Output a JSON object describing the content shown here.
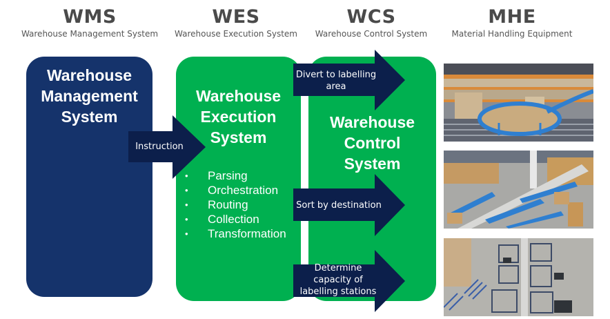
{
  "headers": [
    {
      "abbr": "WMS",
      "full": "Warehouse Management System"
    },
    {
      "abbr": "WES",
      "full": "Warehouse Execution System"
    },
    {
      "abbr": "WCS",
      "full": "Warehouse Control System"
    },
    {
      "abbr": "MHE",
      "full": "Material Handling Equipment"
    }
  ],
  "boxes": {
    "wms": {
      "title_lines": [
        "Warehouse",
        "Management",
        "System"
      ]
    },
    "wes": {
      "title_lines": [
        "Warehouse",
        "Execution",
        "System"
      ],
      "functions": [
        "Parsing",
        "Orchestration",
        "Routing",
        "Collection",
        "Transformation"
      ]
    },
    "wcs": {
      "title_lines": [
        "Warehouse",
        "Control",
        "System"
      ]
    }
  },
  "arrows": {
    "instruction": {
      "lines": [
        "Instruction"
      ]
    },
    "divert": {
      "lines": [
        "Divert to labelling",
        "area"
      ]
    },
    "sort": {
      "lines": [
        "Sort by destination"
      ]
    },
    "capacity": {
      "lines": [
        "Determine",
        "capacity of",
        "labelling stations"
      ]
    }
  },
  "mhe_images": [
    {
      "name": "curved-roller-conveyor-photo",
      "icon": "conveyor-icon"
    },
    {
      "name": "parcel-sorter-photo",
      "icon": "sorter-icon"
    },
    {
      "name": "labelling-stations-photo",
      "icon": "workstation-icon"
    }
  ],
  "colors": {
    "wms_blue": "#15336b",
    "green": "#00b050",
    "arrow_navy": "#0c1f4b",
    "header_gray": "#4a4a4a"
  }
}
